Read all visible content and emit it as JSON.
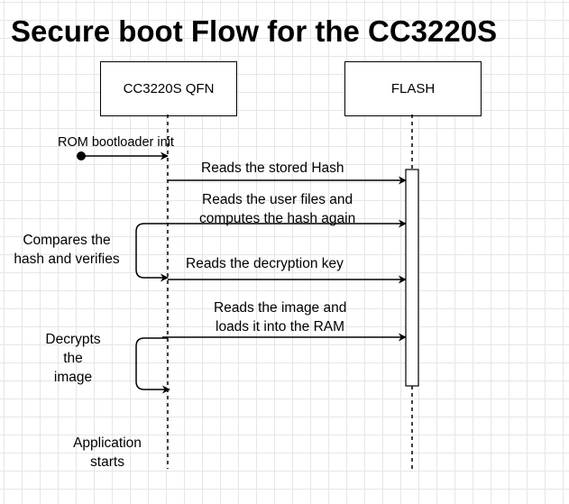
{
  "title": "Secure boot Flow for the CC3220S",
  "participants": {
    "device": "CC3220S QFN",
    "flash": "FLASH"
  },
  "messages": [
    {
      "label": "ROM bootloader init"
    },
    {
      "label": "Reads the stored Hash"
    },
    {
      "label_line1": "Reads the user files and",
      "label_line2": "computes the hash again"
    },
    {
      "label": "Reads the decryption key"
    },
    {
      "label_line1": "Reads the image and",
      "label_line2": "loads it into the RAM"
    }
  ],
  "notes": {
    "compare": {
      "line1": "Compares the",
      "line2": "hash and verifies"
    },
    "decrypt": {
      "line1": "Decrypts",
      "line2": "the",
      "line3": "image"
    },
    "start": {
      "line1": "Application",
      "line2": "starts"
    }
  }
}
